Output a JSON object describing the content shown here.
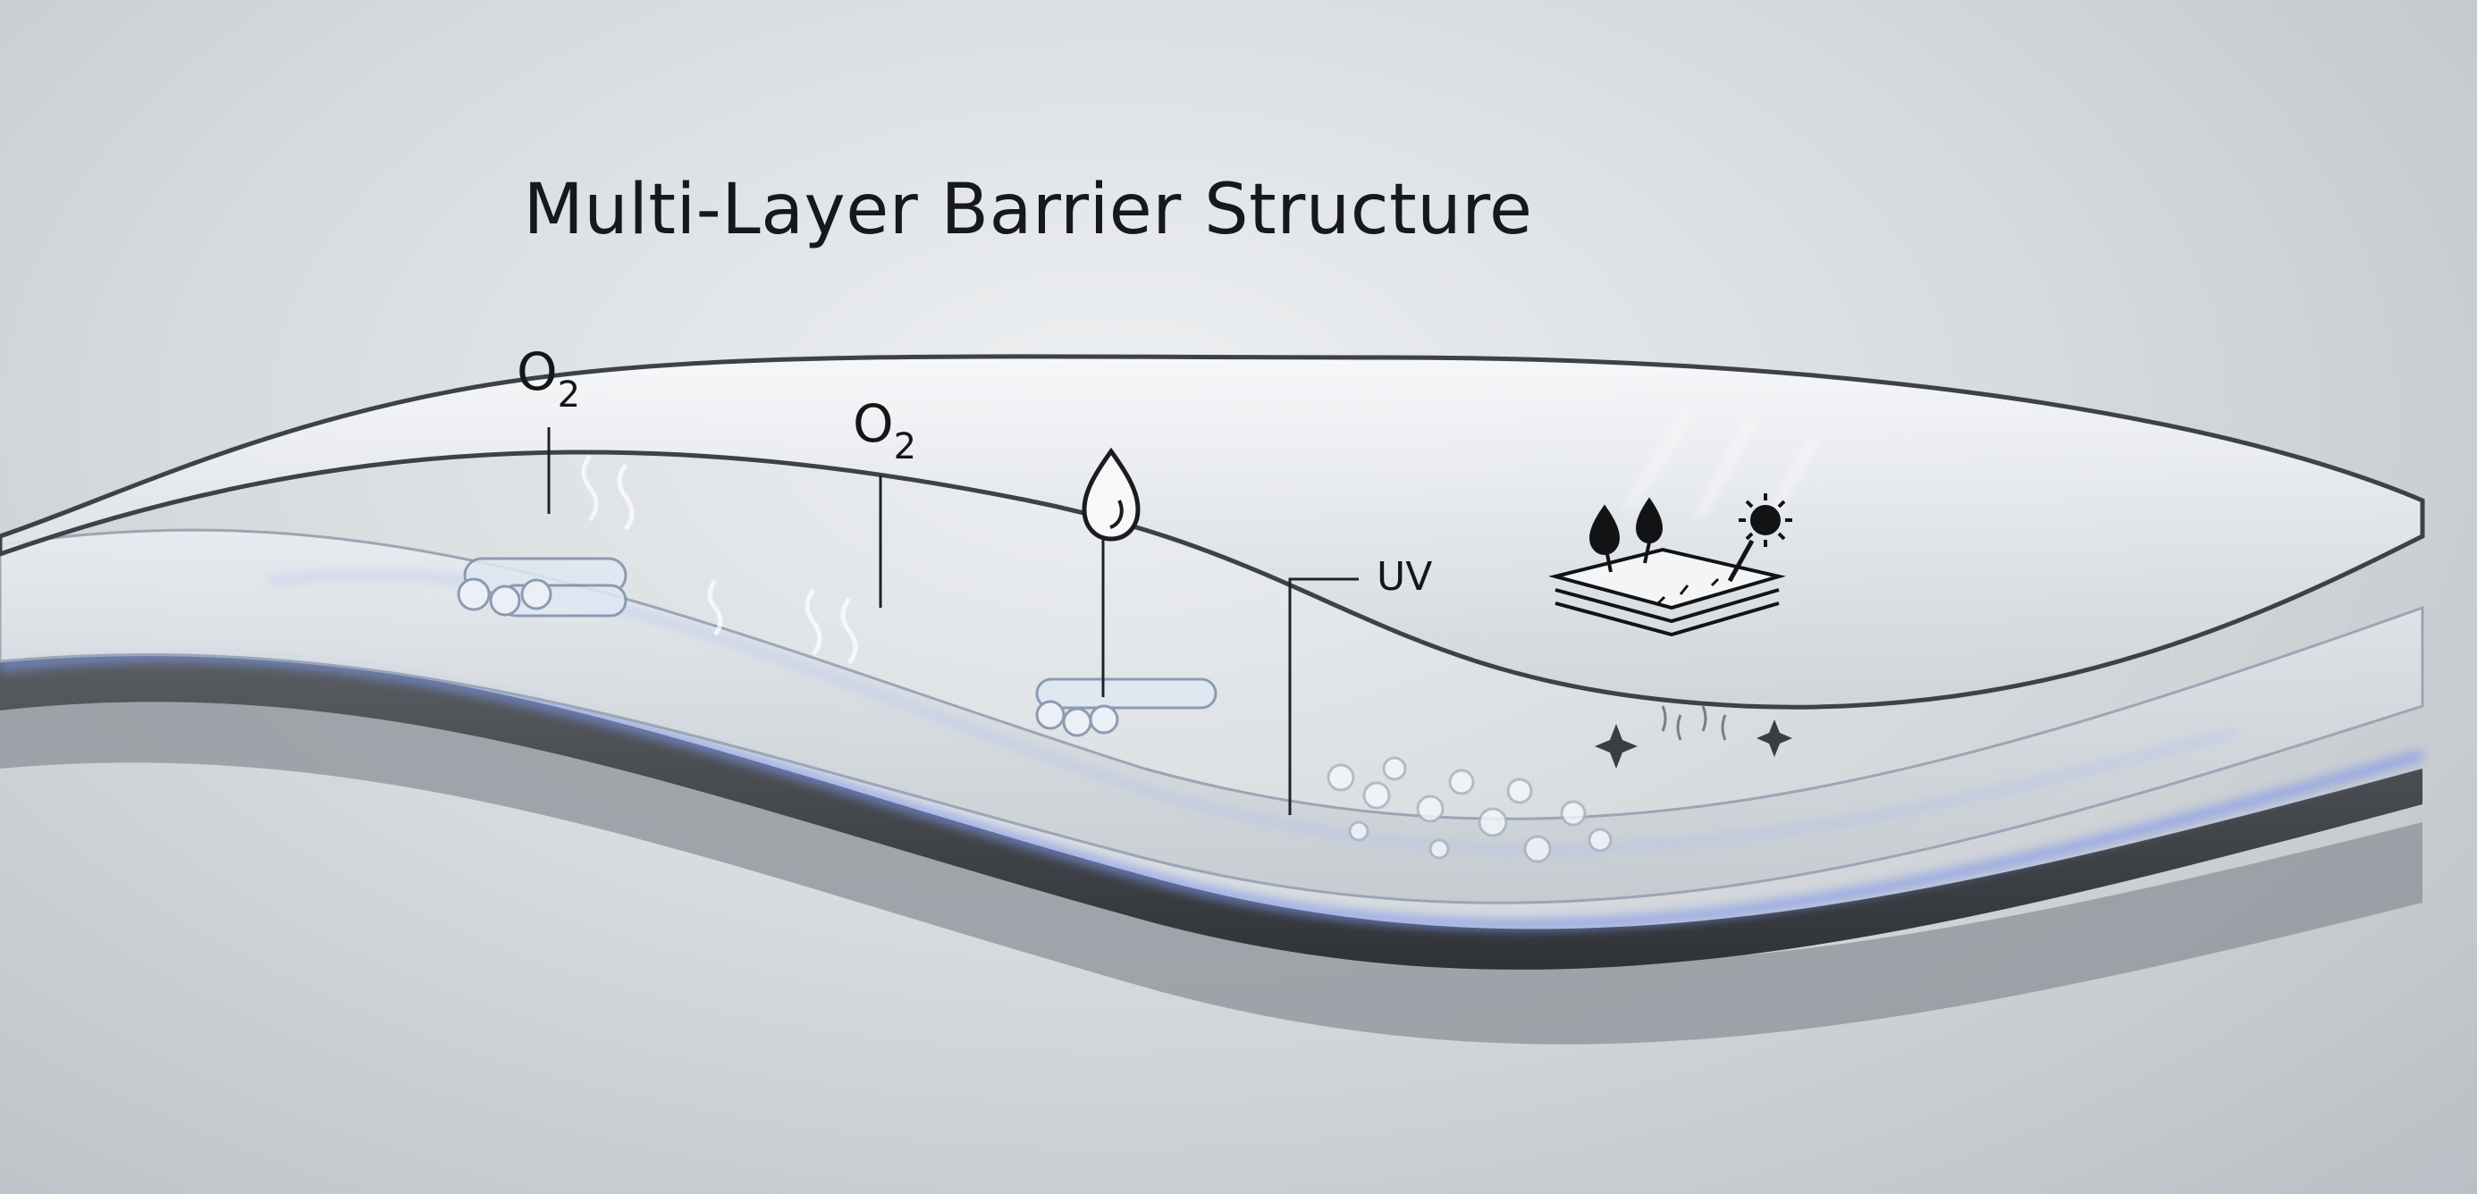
{
  "title": "Multi-Layer Barrier Structure",
  "labels": {
    "oxygen_1": {
      "symbol": "O",
      "subscript": "2"
    },
    "oxygen_2": {
      "symbol": "O",
      "subscript": "2"
    },
    "uv": "UV"
  },
  "icons": [
    "water-drop-icon",
    "rain-and-sun-layers-icon",
    "sparkle-icon"
  ],
  "colors": {
    "background": "#d8dcdf",
    "film": "#eef1f4",
    "dark_layer": "#4a4d52",
    "glow": "#7f95e8",
    "text": "#16181b"
  }
}
